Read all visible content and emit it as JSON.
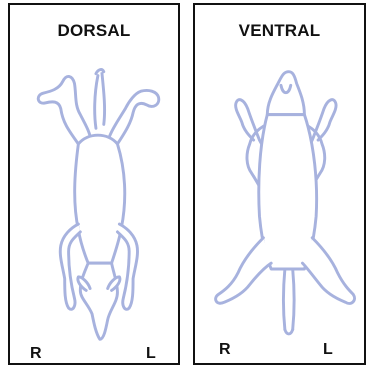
{
  "panels": [
    {
      "title": "DORSAL",
      "left_label": "R",
      "right_label": "L"
    },
    {
      "title": "VENTRAL",
      "left_label": "R",
      "right_label": "L"
    }
  ],
  "colors": {
    "outline": "#a7b2de",
    "frame": "#111111",
    "text": "#111111",
    "background": "#ffffff"
  }
}
